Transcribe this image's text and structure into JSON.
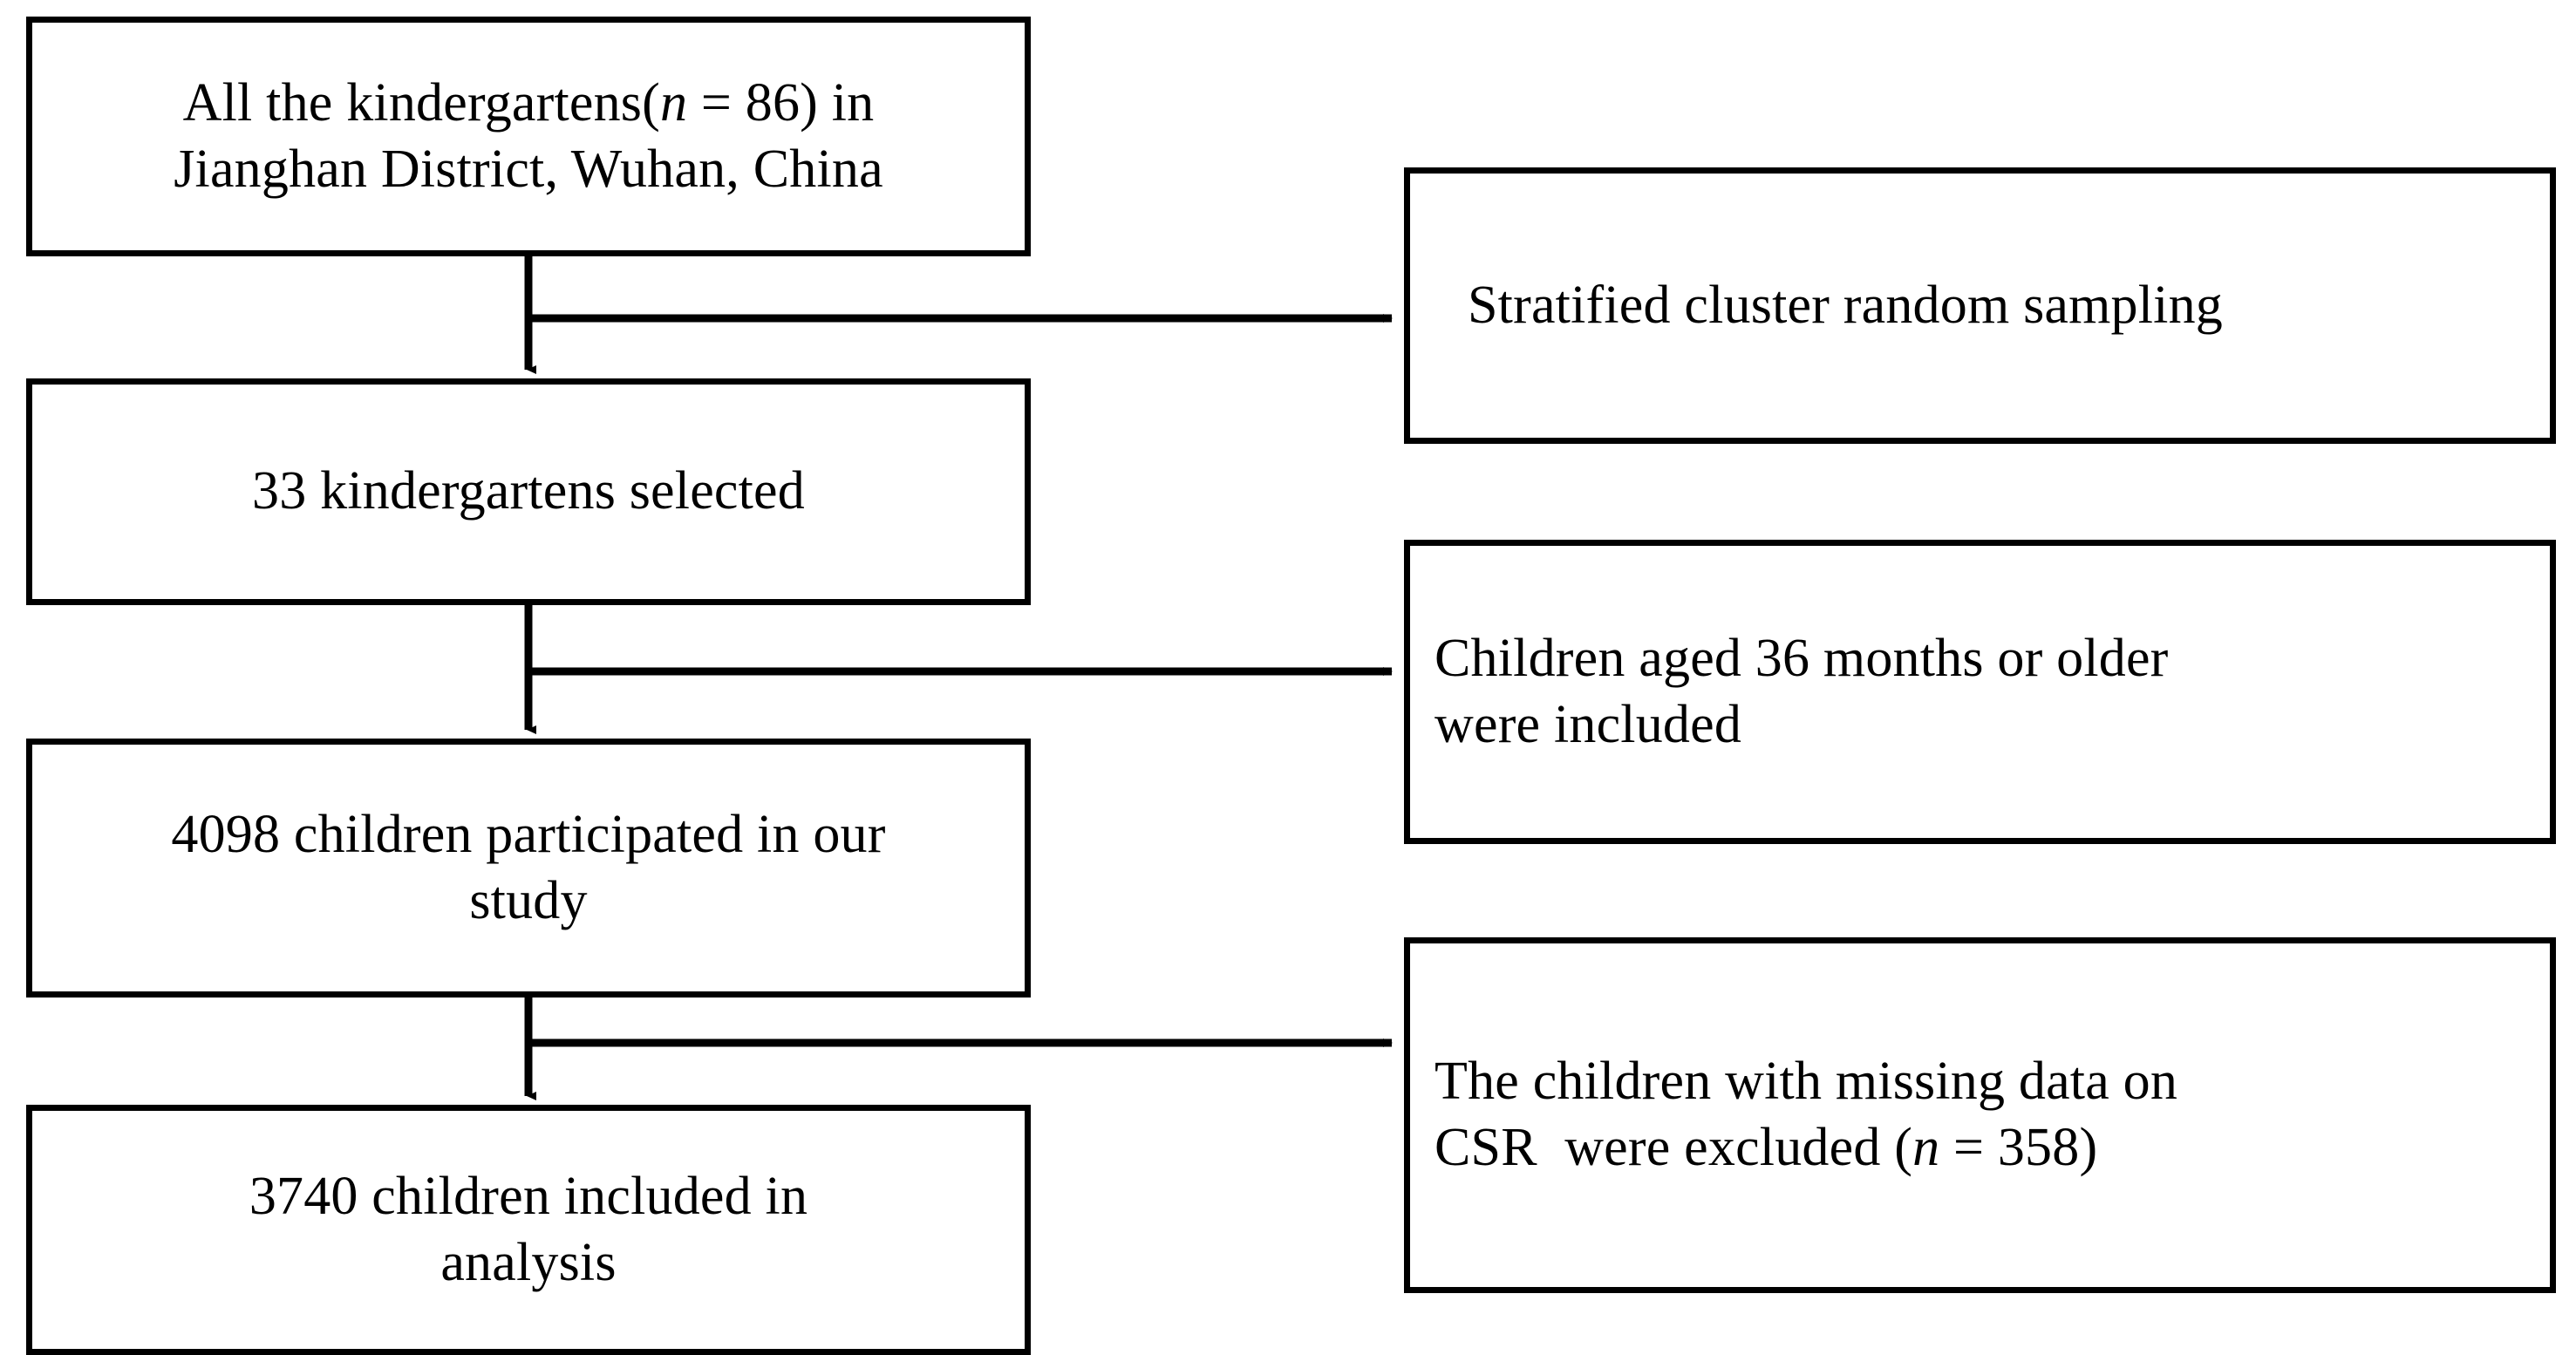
{
  "figure": {
    "type": "flowchart",
    "orientation": "vertical-with-right-annotations",
    "background_color": "#ffffff",
    "line_color": "#000000"
  },
  "nodes": {
    "main_flow": [
      {
        "id": "all-kindergartens",
        "lines": [
          "All the kindergartens(",
          "n",
          " = 86) in",
          "Jianghan District, Wuhan, China"
        ],
        "text_line1_pre": "All the kindergartens(",
        "text_line1_italic": "n",
        "text_line1_post": " = 86) in",
        "text_line2": "Jianghan District, Wuhan, China",
        "align": "center"
      },
      {
        "id": "selected-kindergartens",
        "text": "33 kindergartens selected",
        "align": "center"
      },
      {
        "id": "participated-children",
        "text_line1": "4098 children participated in our",
        "text_line2": "study",
        "align": "center"
      },
      {
        "id": "included-analysis",
        "text_line1": "3740 children included in",
        "text_line2": "analysis",
        "align": "center"
      }
    ],
    "annotations": [
      {
        "id": "sampling-method",
        "text": "Stratified cluster random sampling",
        "align": "left"
      },
      {
        "id": "inclusion-criteria",
        "text_line1": "Children aged 36 months or older",
        "text_line2": "were included",
        "align": "left"
      },
      {
        "id": "exclusion-criteria",
        "text_line1": "The children with missing data on",
        "text_line2_pre": "CSR  were excluded (",
        "text_line2_italic": "n",
        "text_line2_post": " = 358)",
        "align": "left"
      }
    ]
  },
  "connectors": [
    {
      "id": "conn-1",
      "from": "all-kindergartens",
      "to": "selected-kindergartens",
      "branch_to": "sampling-method",
      "arrowheads": 2
    },
    {
      "id": "conn-2",
      "from": "selected-kindergartens",
      "to": "participated-children",
      "branch_to": "inclusion-criteria",
      "arrowheads": 2
    },
    {
      "id": "conn-3",
      "from": "participated-children",
      "to": "included-analysis",
      "branch_to": "exclusion-criteria",
      "arrowheads": 2
    }
  ]
}
